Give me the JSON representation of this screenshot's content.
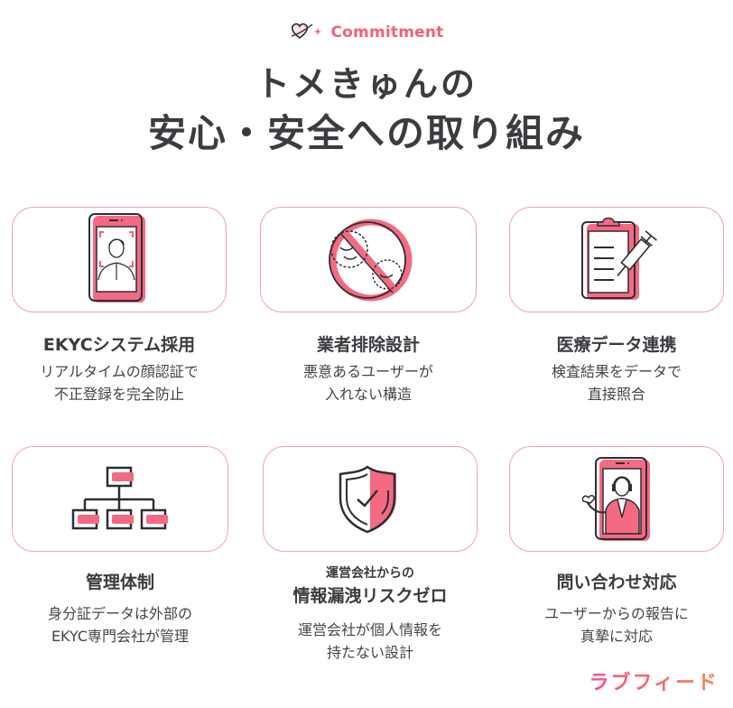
{
  "header": {
    "badge_icon": "heart-orbit-icon",
    "badge_label": "Commitment",
    "title_line1": "トメきゅんの",
    "title_line2": "安心・安全への取り組み"
  },
  "features": [
    {
      "icon": "smartphone-face-scan-icon",
      "title": "EKYCシステム採用",
      "desc_line1": "リアルタイムの顔認証で",
      "desc_line2": "不正登録を完全防止"
    },
    {
      "icon": "no-virus-icon",
      "title": "業者排除設計",
      "desc_line1": "悪意あるユーザーが",
      "desc_line2": "入れない構造"
    },
    {
      "icon": "clipboard-syringe-icon",
      "title": "医療データ連携",
      "desc_line1": "検査結果をデータで",
      "desc_line2": "直接照合"
    },
    {
      "icon": "org-chart-icon",
      "title": "管理体制",
      "desc_line1": "身分証データは外部の",
      "desc_line2": "EKYC専門会社が管理"
    },
    {
      "icon": "shield-check-icon",
      "subtitle": "運営会社からの",
      "title": "情報漏洩リスクゼロ",
      "desc_line1": "運営会社が個人情報を",
      "desc_line2": "持たない設計"
    },
    {
      "icon": "support-operator-phone-icon",
      "title": "問い合わせ対応",
      "desc_line1": "ユーザーからの報告に",
      "desc_line2": "真摯に対応"
    }
  ],
  "footer": {
    "brand_logo": "ラブフィード"
  },
  "colors": {
    "accent": "#f2607c",
    "card_border": "#f5a0b0",
    "text": "#3b3b40",
    "logo_gradient_start": "#fb4d8a",
    "logo_gradient_end": "#fc7f55"
  }
}
